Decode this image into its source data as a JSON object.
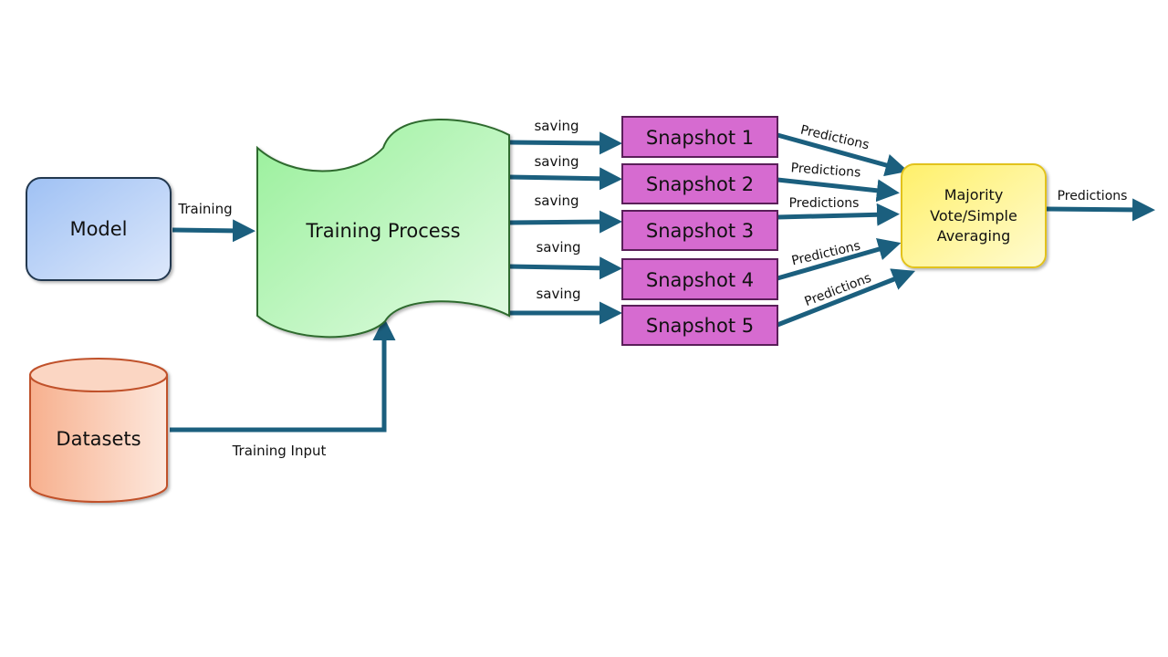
{
  "nodes": {
    "model": "Model",
    "datasets": "Datasets",
    "training_process": "Training Process",
    "snapshots": [
      "Snapshot 1",
      "Snapshot 2",
      "Snapshot 3",
      "Snapshot 4",
      "Snapshot 5"
    ],
    "aggregator": [
      "Majority",
      "Vote/Simple",
      "Averaging"
    ]
  },
  "edges": {
    "training": "Training",
    "training_input": "Training Input",
    "saving": [
      "saving",
      "saving",
      "saving",
      "saving",
      "saving"
    ],
    "predictions": [
      "Predictions",
      "Predictions",
      "Predictions",
      "Predictions",
      "Predictions"
    ],
    "final_output": "Predictions"
  },
  "colors": {
    "arrow": "#1b5f7e",
    "model_fill": "#a9c8f5",
    "model_stroke": "#1f3b57",
    "dataset_fill": "#f8b99a",
    "dataset_stroke": "#c0512a",
    "process_fill": "#a6f0a6",
    "process_stroke": "#2f6b2f",
    "snapshot_fill": "#d66bd0",
    "snapshot_stroke": "#5a1f59",
    "aggregator_fill": "#fff58a",
    "aggregator_stroke": "#e0c020"
  }
}
